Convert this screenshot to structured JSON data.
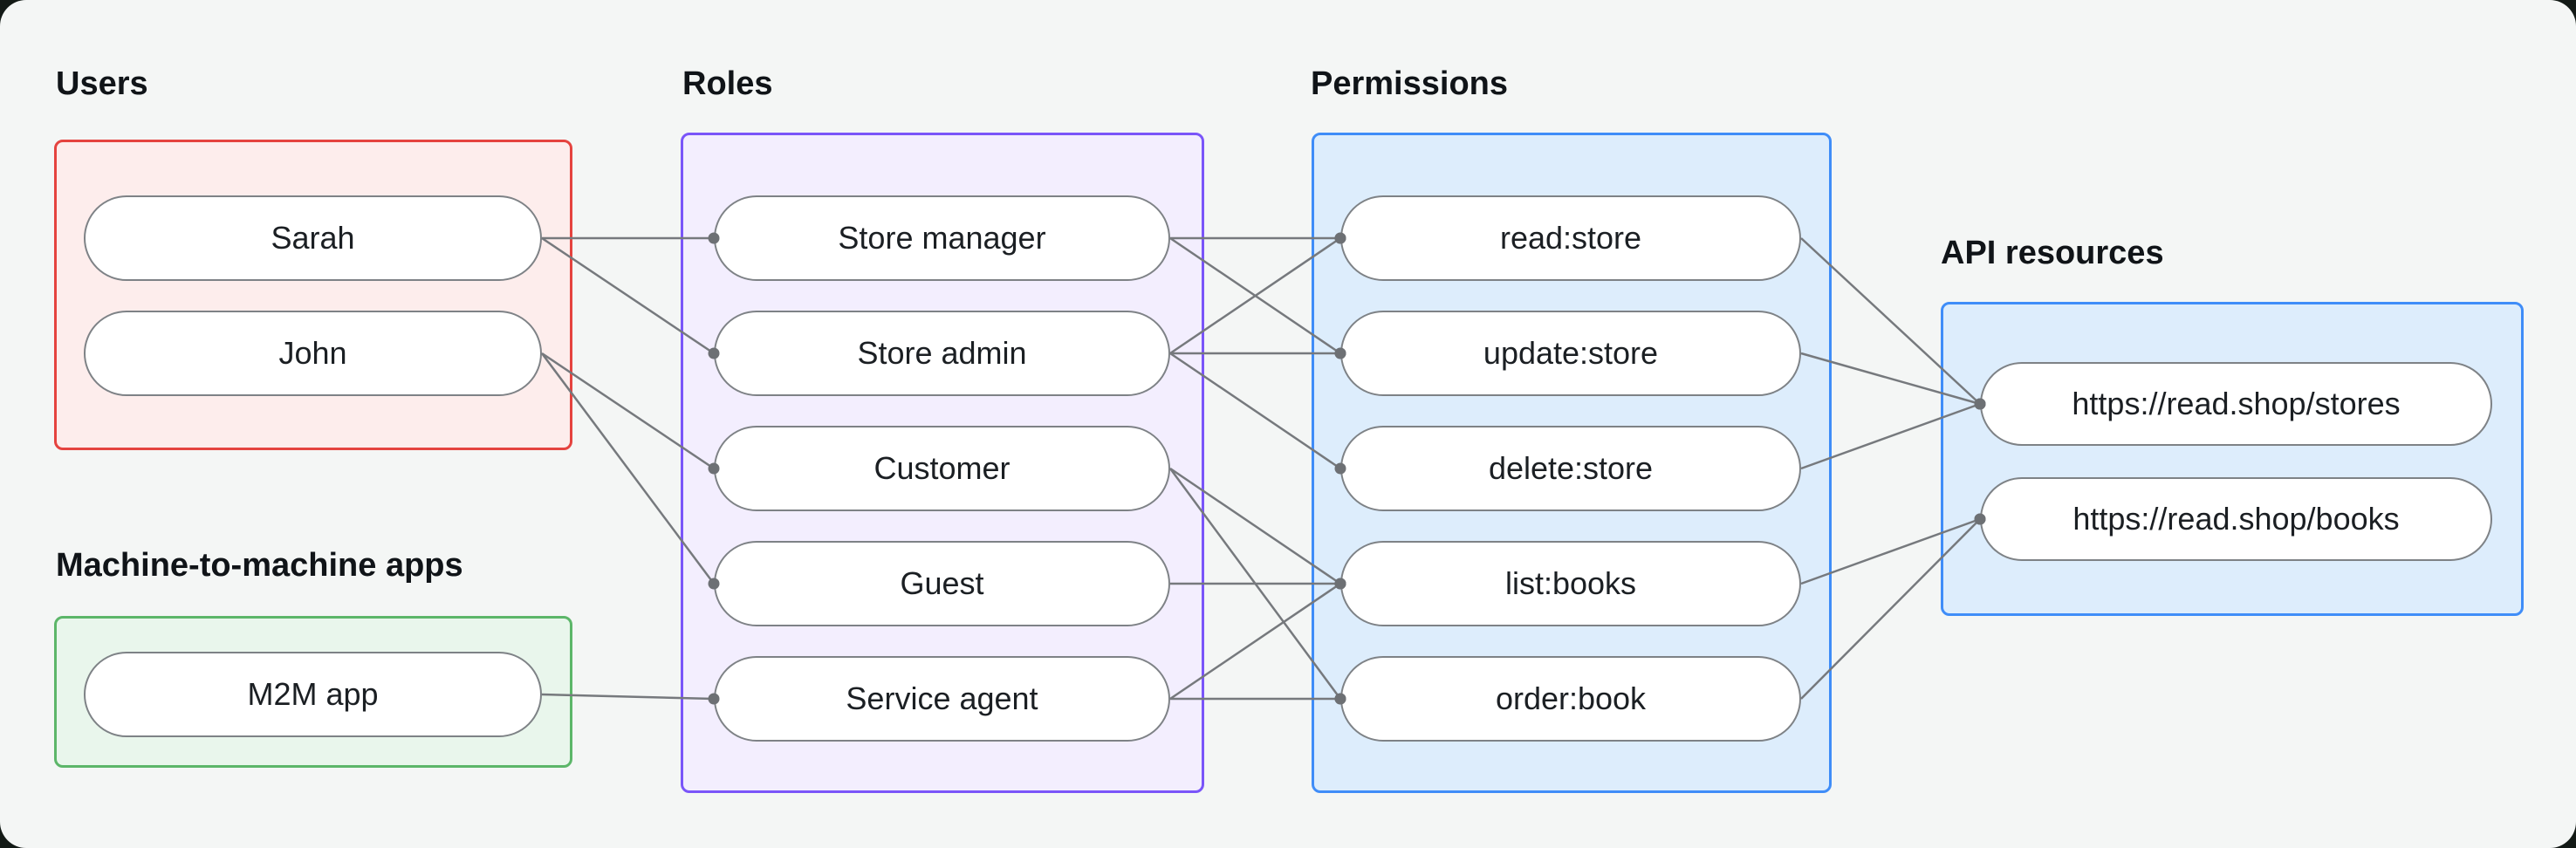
{
  "colors": {
    "page_bg": "#131a16",
    "canvas_bg": "#f4f6f5",
    "pill_bg": "#ffffff",
    "pill_border": "#7e8286",
    "label_text": "#101418",
    "pill_text": "#1b1f23"
  },
  "edge_style": {
    "line_color": "#76797d",
    "dot_color": "#6d7074",
    "line_width": 2.5,
    "dot_radius": 6.5
  },
  "groups": {
    "users": {
      "label": "Users",
      "border_color": "#e5433f",
      "fill_color": "#fdedec",
      "items": [
        {
          "id": "sarah",
          "label": "Sarah"
        },
        {
          "id": "john",
          "label": "John"
        }
      ]
    },
    "machine_to_machine": {
      "label": "Machine-to-machine apps",
      "border_color": "#5cb669",
      "fill_color": "#e9f6ec",
      "items": [
        {
          "id": "m2m-app",
          "label": "M2M app"
        }
      ]
    },
    "roles": {
      "label": "Roles",
      "border_color": "#7a55f9",
      "fill_color": "#f3eefe",
      "items": [
        {
          "id": "store-manager",
          "label": "Store manager"
        },
        {
          "id": "store-admin",
          "label": "Store admin"
        },
        {
          "id": "customer",
          "label": "Customer"
        },
        {
          "id": "guest",
          "label": "Guest"
        },
        {
          "id": "service-agent",
          "label": "Service agent"
        }
      ]
    },
    "permissions": {
      "label": "Permissions",
      "border_color": "#3f8df8",
      "fill_color": "#ddedfc",
      "items": [
        {
          "id": "read-store",
          "label": "read:store"
        },
        {
          "id": "update-store",
          "label": "update:store"
        },
        {
          "id": "delete-store",
          "label": "delete:store"
        },
        {
          "id": "list-books",
          "label": "list:books"
        },
        {
          "id": "order-book",
          "label": "order:book"
        }
      ]
    },
    "api_resources": {
      "label": "API resources",
      "border_color": "#3f8df8",
      "fill_color": "#ddedfc",
      "items": [
        {
          "id": "stores-api",
          "label": "https://read.shop/stores"
        },
        {
          "id": "books-api",
          "label": "https://read.shop/books"
        }
      ]
    }
  },
  "edges": [
    {
      "from": "sarah",
      "to": "store-manager"
    },
    {
      "from": "sarah",
      "to": "store-admin"
    },
    {
      "from": "john",
      "to": "customer"
    },
    {
      "from": "john",
      "to": "guest"
    },
    {
      "from": "m2m-app",
      "to": "service-agent"
    },
    {
      "from": "store-manager",
      "to": "read-store"
    },
    {
      "from": "store-manager",
      "to": "update-store"
    },
    {
      "from": "store-admin",
      "to": "read-store"
    },
    {
      "from": "store-admin",
      "to": "update-store"
    },
    {
      "from": "store-admin",
      "to": "delete-store"
    },
    {
      "from": "customer",
      "to": "list-books"
    },
    {
      "from": "customer",
      "to": "order-book"
    },
    {
      "from": "guest",
      "to": "list-books"
    },
    {
      "from": "service-agent",
      "to": "list-books"
    },
    {
      "from": "service-agent",
      "to": "order-book"
    },
    {
      "from": "read-store",
      "to": "stores-api"
    },
    {
      "from": "update-store",
      "to": "stores-api"
    },
    {
      "from": "delete-store",
      "to": "stores-api"
    },
    {
      "from": "list-books",
      "to": "books-api"
    },
    {
      "from": "order-book",
      "to": "books-api"
    }
  ]
}
